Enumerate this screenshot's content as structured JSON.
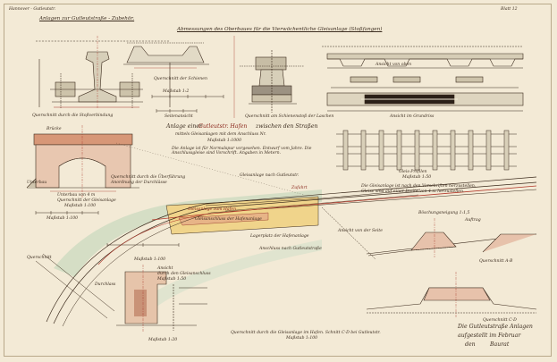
{
  "header": {
    "left_note": "Hannover - Gutleutstr.",
    "right_note": "Blatt 12",
    "top_title": "Anlagen zur Gutleutstraße - Zubehör.",
    "rail_title": "Abmessungen des Oberbaues für die Vierwöchentliche Gleisanlage (Stoßfangen)"
  },
  "drawing_labels": {
    "rail_cross_section": "Querschnitt der Schienen",
    "rail_cross_scale": "Maßstab 1:2",
    "rail_joint": "Querschnitt durch die Stoßverbindung",
    "rail_side": "Seitenansicht",
    "rail_support": "Querschnitt am Schienenstoß der Laschen",
    "plan_top": "Ansicht von oben",
    "plan_bottom": "Ansicht im Grundriss",
    "right_view": "Ansicht von der Seite",
    "culvert_section": "Querschnitt durch die Überführung",
    "culvert_note": "Anordnung der Durchlässe",
    "culvert_scale": "Maßstab 1:100",
    "culvert_name": "Brücke",
    "section_note_1": "Unterbau von 4 m",
    "section_note_2": "Querschnitt der Gleisanlage",
    "left_scale": "Maßstab 1:100",
    "main_title_pre": "Anlage einer",
    "main_title_word": "Gutleutstr. Hafen",
    "main_title_post": "zwischen den Straßen",
    "main_subtitle": "mittels Gleisanlagen mit dem Anschluss Nr.",
    "main_scale": "Maßstab 1:1000",
    "main_notes": "Die Anlage ist für Normalspur vorgesehen. Entwurf vom Jahre. Die Anschlussgleise sind Vorschrift. Angaben in Metern.",
    "gleis_profile": "Gleis-Profilen",
    "gleis_scale": "Maßstab 1:50",
    "track_label_a": "Gleisanlage nach Gutleutstr.",
    "track_label_b": "Gleisanschluss der Hafenanlage",
    "yard_label": "Lagerplatz der Hafenanlage",
    "bottom_label": "Anschluss nach Gutleutstraße",
    "red_label_1": "Gleisanlage zum Hafen",
    "red_label_2": "Zufahrt",
    "right_notes_1": "Die Gleisanlage ist nach den Vorschriften herzustellen.",
    "right_notes_2": "Gleise sind auf einer Breite von 4 m herzustellen.",
    "embank_note_1": "Böschungsneigung 1:1,5",
    "embank_note_2": "Auftrag",
    "left_small_1": "Unterbau",
    "left_small_2": "Querschnitt",
    "bridge_small": "Durchlass",
    "bottom_detail_1": "Ansicht",
    "bottom_detail_2": "durch den Gleisanschluss",
    "bottom_detail_3": "Maßstab 1:50",
    "bottom_scale": "Maßstab 1:20",
    "section_a": "Querschnitt A-B",
    "section_b": "Querschnitt C-D",
    "mid_scale": "Maßstab 1:100",
    "bottom_center": "Querschnitt durch die Gleisanlage im Hafen. Schnitt C-D bei Gutleutstr.",
    "bottom_center_scale": "Maßstab 1:100",
    "signature_1": "Die Gutleutstraße Anlagen",
    "signature_2": "aufgestellt im Februar",
    "signature_3": "den",
    "signature_4": "Baurat"
  }
}
